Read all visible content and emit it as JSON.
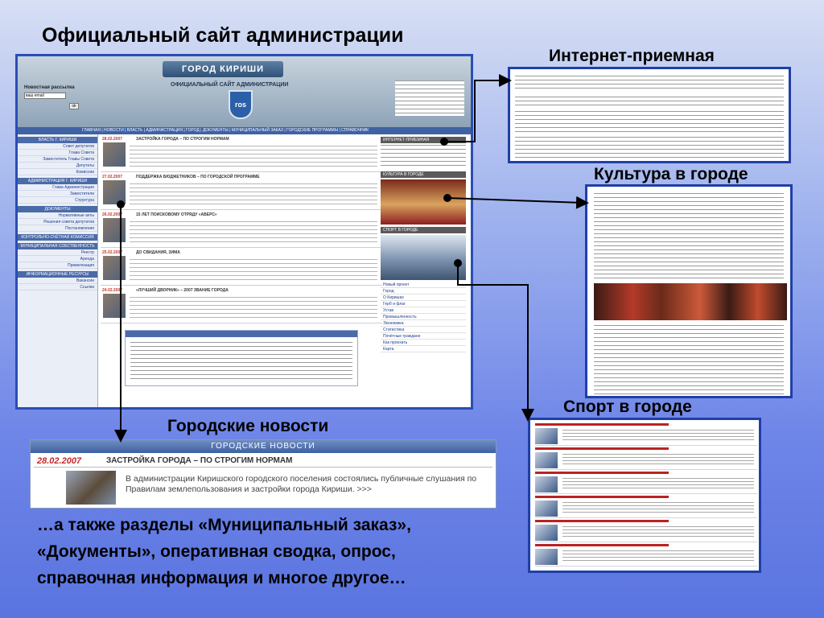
{
  "headings": {
    "main": "Официальный сайт администрации",
    "reception": "Интернет-приемная",
    "culture": "Культура в городе",
    "sport": "Спорт в городе",
    "news": "Городские новости"
  },
  "caption": [
    "…а также разделы «Муниципальный заказ»,",
    "«Документы», оперативная сводка, опрос,",
    "справочная информация и многое другое…"
  ],
  "site": {
    "banner": "ГОРОД КИРИШИ",
    "subtitle": "ОФИЦИАЛЬНЫЙ САЙТ АДМИНИСТРАЦИИ",
    "emblem": "ros",
    "login_label": "Новостная рассылка",
    "login_value": "ваш email",
    "ok": "ok",
    "nav": "ГЛАВНАЯ | НОВОСТИ | ВЛАСТЬ | АДМИНИСТРАЦИЯ | ГОРОД | ДОКУМЕНТЫ | МУНИЦИПАЛЬНЫЙ ЗАКАЗ | ГОРОДСКИЕ ПРОГРАММЫ | СПРАВОЧНИК",
    "side_heads": [
      "ВЛАСТЬ Г. КИРИШИ",
      "АДМИНИСТРАЦИЯ Г. КИРИШИ",
      "ДОКУМЕНТЫ",
      "КОНТРОЛЬНО-СЧЁТНАЯ КОМИССИЯ",
      "МУНИЦИПАЛЬНАЯ СОБСТВЕННОСТЬ",
      "ИНФОРМАЦИОННЫЕ РЕСУРСЫ"
    ],
    "side_items": [
      "Совет депутатов",
      "Глава Совета",
      "Заместитель Главы Совета",
      "Депутаты",
      "Комиссии",
      "Глава Администрации",
      "Заместители",
      "Структура",
      "Нормативные акты",
      "Решения совета депутатов",
      "Постановления",
      "Реестр",
      "Аренда",
      "Приватизация",
      "Вакансии",
      "Ссылки"
    ],
    "news": [
      {
        "date": "28.02.2007",
        "head": "ЗАСТРОЙКА ГОРОДА – ПО СТРОГИМ НОРМАМ"
      },
      {
        "date": "27.02.2007",
        "head": "ПОДДЕРЖКА БЮДЖЕТНИКОВ – ПО ГОРОДСКОЙ ПРОГРАММЕ"
      },
      {
        "date": "26.02.2007",
        "head": "15 ЛЕТ ПОИСКОВОМУ ОТРЯДУ «АВЕРС»"
      },
      {
        "date": "25.02.2007",
        "head": "ДО СВИДАНИЯ, ЗИМА"
      },
      {
        "date": "24.02.2007",
        "head": "«ЛУЧШИЙ ДВОРНИК» – 2007 ЗВАНИЕ ГОРОДА"
      }
    ],
    "right_heads": [
      "ИНТЕРНЕТ-ПРИЕМНАЯ",
      "КУЛЬТУРА В ГОРОДЕ",
      "СПОРТ В ГОРОДЕ"
    ],
    "right_list": [
      "Новый проект",
      "Город",
      "О Киришах",
      "Герб и флаг",
      "Устав",
      "Промышленность",
      "Экономика",
      "Статистика",
      "Почётные граждане",
      "Как проехать",
      "Карта"
    ]
  },
  "news_zoom": {
    "bar": "ГОРОДСКИЕ НОВОСТИ",
    "date": "28.02.2007",
    "title": "ЗАСТРОЙКА ГОРОДА – ПО СТРОГИМ НОРМАМ",
    "text": "В администрации Киришского городского поселения состоялись публичные слушания по Правилам землепользования и застройки города Кириши. >>>"
  },
  "colors": {
    "panel_border": "#1f3fa8",
    "news_date": "#c62828",
    "nav_bar": "#3f62a4"
  }
}
